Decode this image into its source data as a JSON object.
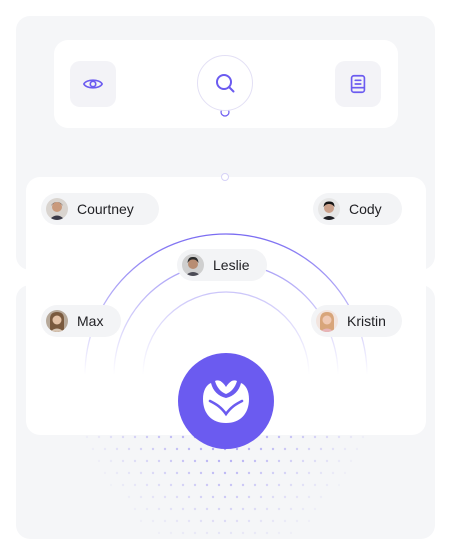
{
  "colors": {
    "accent": "#6b5bf0",
    "panel_bg": "#f5f6f8",
    "pill_bg": "#f3f4f6"
  },
  "toolbar": {
    "left_icon": "eye-icon",
    "center_icon": "search-icon",
    "right_icon": "book-icon"
  },
  "people": {
    "courtney": {
      "name": "Courtney",
      "avatar": "avatar-photo"
    },
    "cody": {
      "name": "Cody",
      "avatar": "avatar-photo"
    },
    "leslie": {
      "name": "Leslie",
      "avatar": "avatar-photo"
    },
    "max": {
      "name": "Max",
      "avatar": "avatar-photo"
    },
    "kristin": {
      "name": "Kristin",
      "avatar": "avatar-photo"
    }
  },
  "brand": {
    "icon": "tulip-logo-icon"
  }
}
